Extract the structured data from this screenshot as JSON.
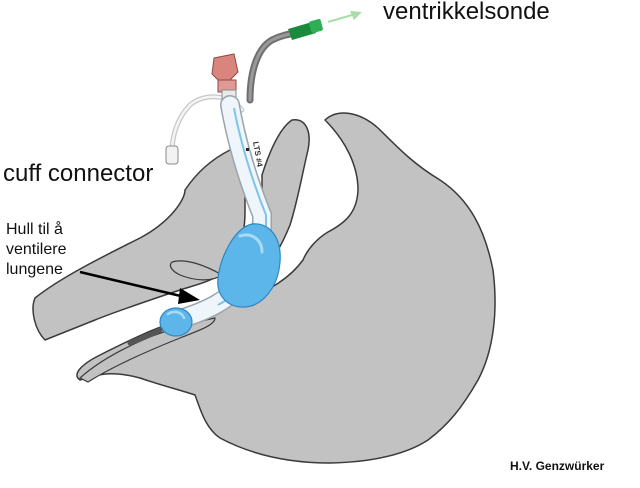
{
  "labels": {
    "gastric_tube": "ventrikkelsonde",
    "cuff_connector": "cuff connector",
    "ventilation_hole": [
      "Hull til å",
      "ventilere",
      "lungene"
    ],
    "tube_marking": "LTS #4"
  },
  "credit": "H.V. Genzwürker",
  "colors": {
    "tissue": "#c2c2c2",
    "tissue_outline": "#3a3a3a",
    "tube": "#eef5fb",
    "tube_stripe": "#7fc3ec",
    "cuff": "#5cb6ea",
    "connector": "#d9857e",
    "sonde_tip": "#1a8a3c",
    "arrow_green": "#a8dca8"
  }
}
